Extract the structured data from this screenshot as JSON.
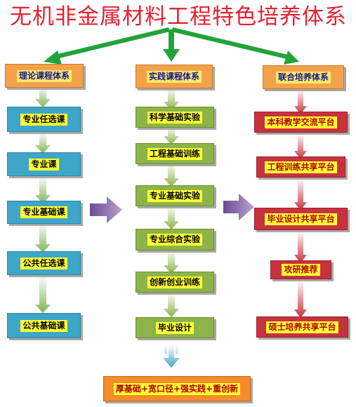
{
  "title": "无机非金属材料工程特色培养体系",
  "columns": {
    "theory": {
      "header": "理论课程体系",
      "items": [
        "专业任选课",
        "专业课",
        "专业基础课",
        "公共任选课",
        "公共基础课"
      ]
    },
    "practice": {
      "header": "实践课程体系",
      "items": [
        "科学基础实验",
        "工程基础训练",
        "专业基础实验",
        "专业综合实验",
        "创新创业训练",
        "毕业设计"
      ]
    },
    "joint": {
      "header": "联合培养体系",
      "items": [
        "本科教学交流平台",
        "工程训练共享平台",
        "毕业设计共享平台",
        "攻研推荐",
        "硕士培养共享平台"
      ]
    }
  },
  "summary": "厚基础+宽口径+强实践+重创新",
  "colors": {
    "title": "#e6212f",
    "header_box": "#f3a24b",
    "theory_box": "#3ea6c8",
    "practice_box": "#8cb448",
    "joint_box": "#c7323e",
    "summary_box": "#f58b2a",
    "label_highlight": "#ffff33",
    "branch_arrow": "#22a33a",
    "flow_arrow": "#8b6aa6"
  }
}
